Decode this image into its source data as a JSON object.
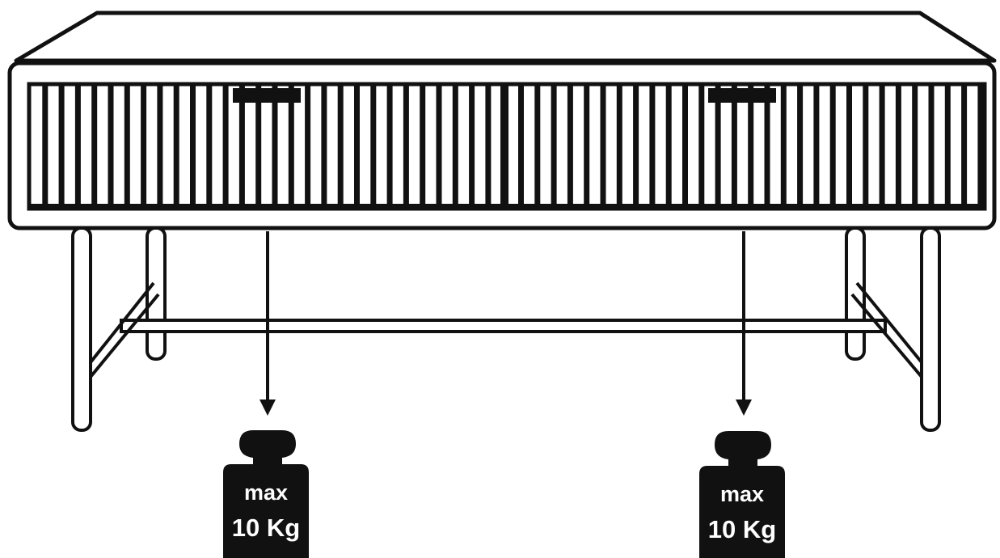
{
  "colors": {
    "line": "#111111",
    "weight_fill": "#111111",
    "weight_text": "#ffffff",
    "background": "#ffffff"
  },
  "drawers": [
    {
      "name": "left-drawer"
    },
    {
      "name": "right-drawer"
    }
  ],
  "weights": [
    {
      "line1": "max",
      "line2": "10 Kg"
    },
    {
      "line1": "max",
      "line2": "10 Kg"
    }
  ],
  "icons": [
    "weight-icon",
    "down-arrow-icon",
    "drawer-handle-icon"
  ]
}
